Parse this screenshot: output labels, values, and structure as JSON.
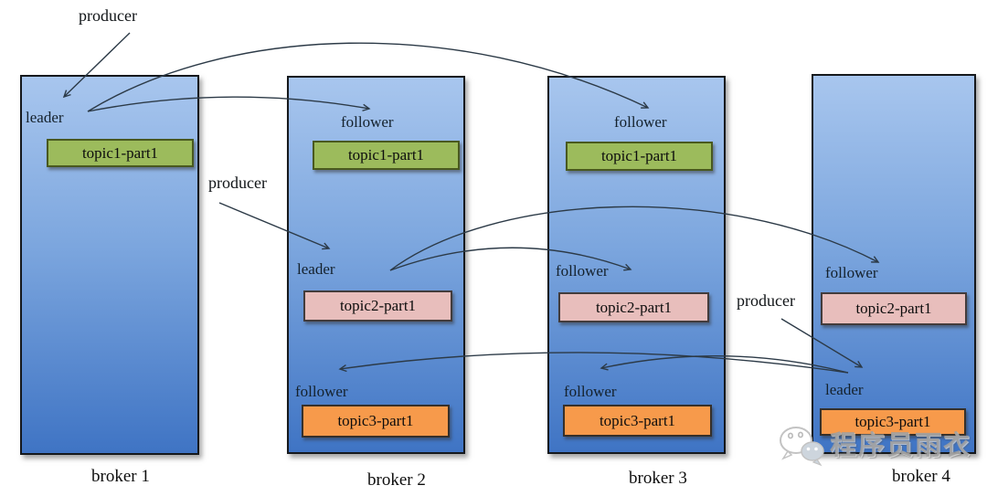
{
  "colors": {
    "broker_top": "#a8c6ee",
    "broker_bottom": "#3f74c4",
    "topic1": "#9cbb5c",
    "topic2": "#e8bebc",
    "topic3": "#f79a4b",
    "arrow": "#2c3a47"
  },
  "producers": [
    {
      "label": "producer"
    },
    {
      "label": "producer"
    },
    {
      "label": "producer"
    }
  ],
  "brokers": [
    {
      "name": "broker 1",
      "partitions": [
        {
          "role": "leader",
          "topic": "topic1-part1"
        }
      ]
    },
    {
      "name": "broker 2",
      "partitions": [
        {
          "role": "follower",
          "topic": "topic1-part1"
        },
        {
          "role": "leader",
          "topic": "topic2-part1"
        },
        {
          "role": "follower",
          "topic": "topic3-part1"
        }
      ]
    },
    {
      "name": "broker 3",
      "partitions": [
        {
          "role": "follower",
          "topic": "topic1-part1"
        },
        {
          "role": "follower",
          "topic": "topic2-part1"
        },
        {
          "role": "follower",
          "topic": "topic3-part1"
        }
      ]
    },
    {
      "name": "broker 4",
      "partitions": [
        {
          "role": "follower",
          "topic": "topic2-part1"
        },
        {
          "role": "leader",
          "topic": "topic3-part1"
        }
      ]
    }
  ],
  "watermark": {
    "text": "程序员雨衣",
    "icon": "wechat-icon"
  }
}
